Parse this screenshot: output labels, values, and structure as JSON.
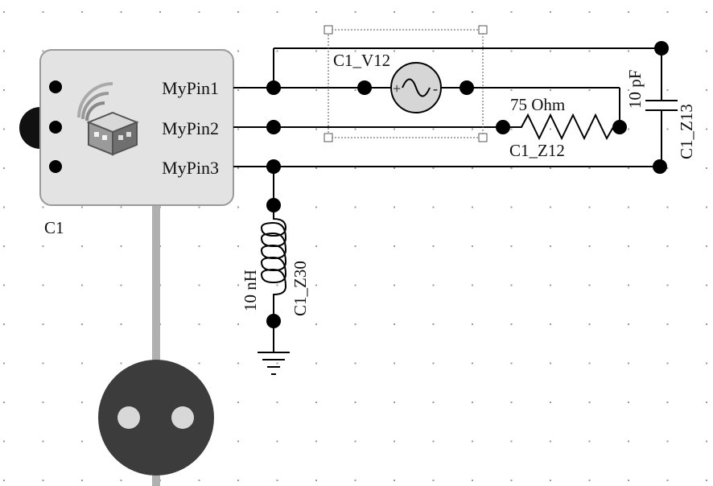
{
  "component": {
    "name": "C1",
    "pins": [
      "MyPin1",
      "MyPin2",
      "MyPin3"
    ]
  },
  "elements": {
    "source": {
      "name": "C1_V12",
      "plus": "+",
      "minus": "-"
    },
    "resistor": {
      "name": "C1_Z12",
      "value": "75 Ohm"
    },
    "capacitor": {
      "name": "C1_Z13",
      "value": "10 pF"
    },
    "inductor": {
      "name": "C1_Z30",
      "value": "10 nH"
    }
  },
  "colors": {
    "wire": "#000000",
    "node": "#000000",
    "grid_dot": "#9a9a9a",
    "component_fill": "#e3e3e3",
    "component_border": "#9a9a9a",
    "lead": "#b0b0b0",
    "source_fill": "#d6d6d6",
    "port_fill": "#3c3c3c",
    "port_hole": "#d8d8d8"
  },
  "icons": [
    "component-block-icon",
    "port-connector-icon",
    "ground-icon",
    "sine-source-icon"
  ]
}
